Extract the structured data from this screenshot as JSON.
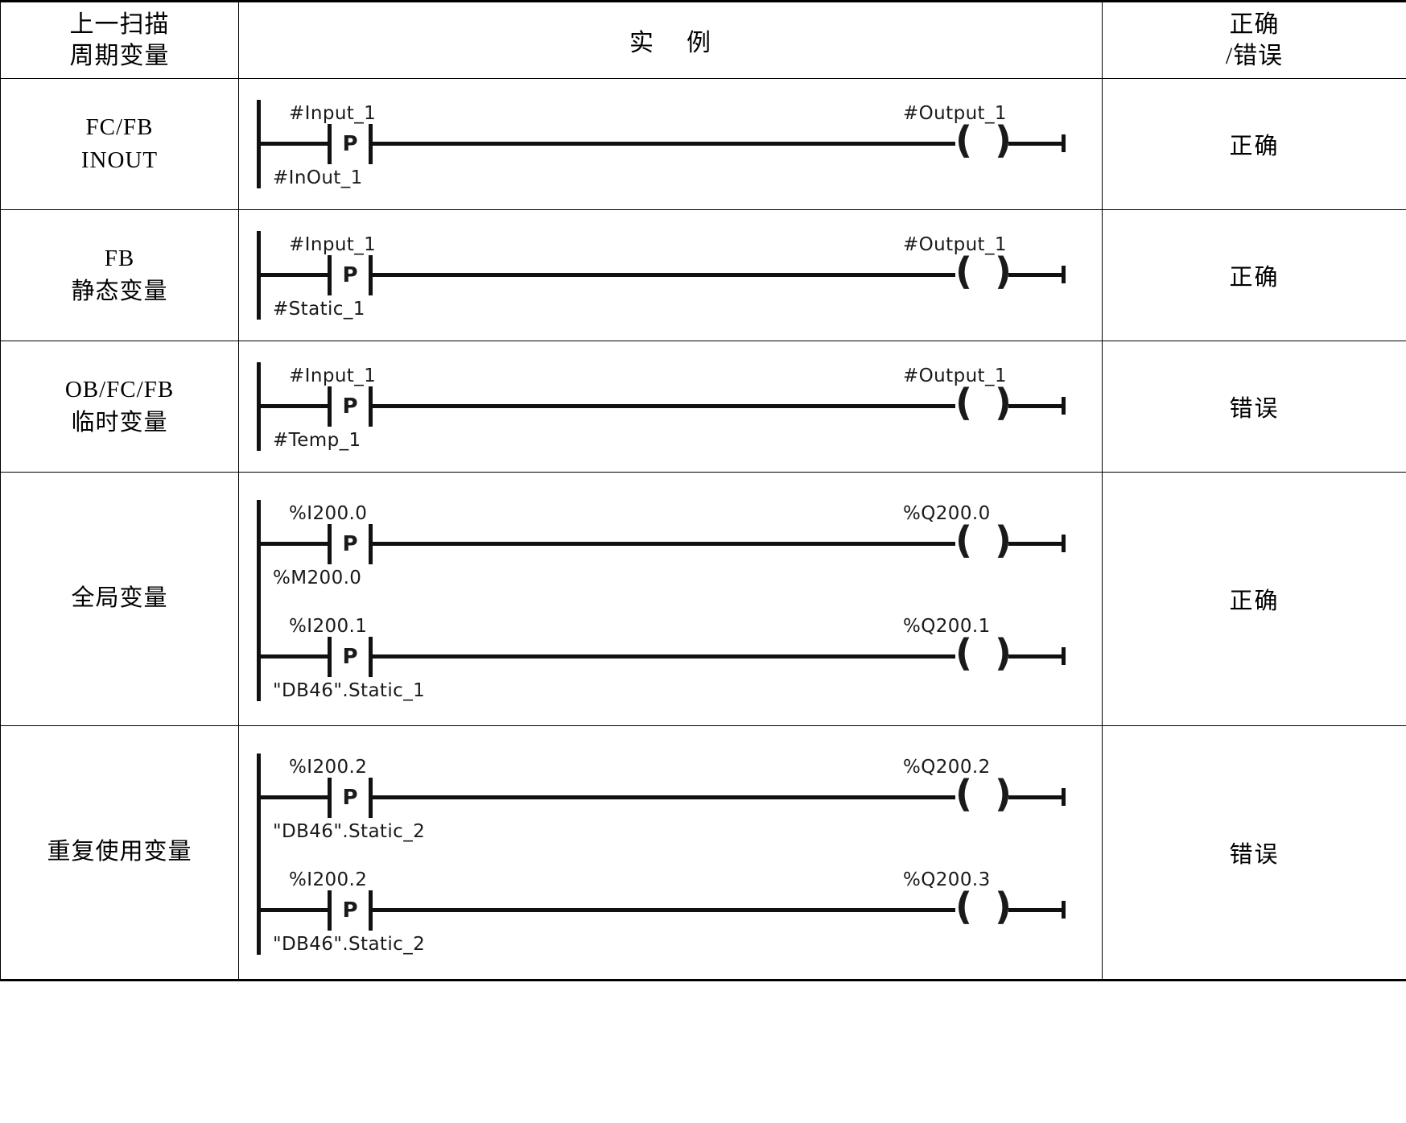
{
  "header": {
    "col_category_line1": "上一扫描",
    "col_category_line2": "周期变量",
    "col_example_part1": "实",
    "col_example_part2": "例",
    "col_verdict_line1": "正确",
    "col_verdict_line2": "/错误"
  },
  "contact_symbol": "P",
  "coil_left": "(",
  "coil_right": ")",
  "rows": [
    {
      "category_line1": "FC/FB",
      "category_line2": "INOUT",
      "verdict": "正确",
      "rungs": [
        {
          "input_top": "#Input_1",
          "input_bottom": "#InOut_1",
          "output": "#Output_1"
        }
      ]
    },
    {
      "category_line1": "FB",
      "category_line2": "静态变量",
      "verdict": "正确",
      "rungs": [
        {
          "input_top": "#Input_1",
          "input_bottom": "#Static_1",
          "output": "#Output_1"
        }
      ]
    },
    {
      "category_line1": "OB/FC/FB",
      "category_line2": "临时变量",
      "verdict": "错误",
      "rungs": [
        {
          "input_top": "#Input_1",
          "input_bottom": "#Temp_1",
          "output": "#Output_1"
        }
      ]
    },
    {
      "category_line1": "全局变量",
      "category_line2": "",
      "verdict": "正确",
      "rungs": [
        {
          "input_top": "%I200.0",
          "input_bottom": "%M200.0",
          "output": "%Q200.0"
        },
        {
          "input_top": "%I200.1",
          "input_bottom": "\"DB46\".Static_1",
          "output": "%Q200.1"
        }
      ]
    },
    {
      "category_line1": "重复使用变量",
      "category_line2": "",
      "verdict": "错误",
      "rungs": [
        {
          "input_top": "%I200.2",
          "input_bottom": "\"DB46\".Static_2",
          "output": "%Q200.2"
        },
        {
          "input_top": "%I200.2",
          "input_bottom": "\"DB46\".Static_2",
          "output": "%Q200.3"
        }
      ]
    }
  ]
}
